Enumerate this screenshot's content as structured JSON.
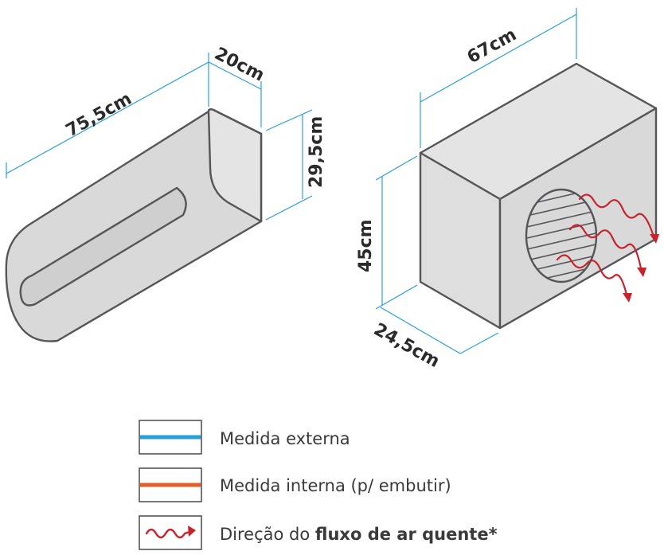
{
  "indoor_unit": {
    "width_label": "75,5cm",
    "depth_label": "20cm",
    "height_label": "29,5cm"
  },
  "outdoor_unit": {
    "width_label": "67cm",
    "height_label": "45cm",
    "depth_label": "24,5cm"
  },
  "legend": {
    "external": {
      "label": "Medida externa",
      "color": "#2b9fd4"
    },
    "internal": {
      "label": "Medida interna (p/ embutir)",
      "color": "#e0602c"
    },
    "airflow": {
      "label_prefix": "Direção do ",
      "label_bold": "fluxo de ar quente*",
      "color": "#c8232c"
    }
  },
  "colors": {
    "outline": "#55555a",
    "fill": "#d9d9d9",
    "dimension_line": "#2b9fd4",
    "airflow_arrow": "#c8232c"
  }
}
